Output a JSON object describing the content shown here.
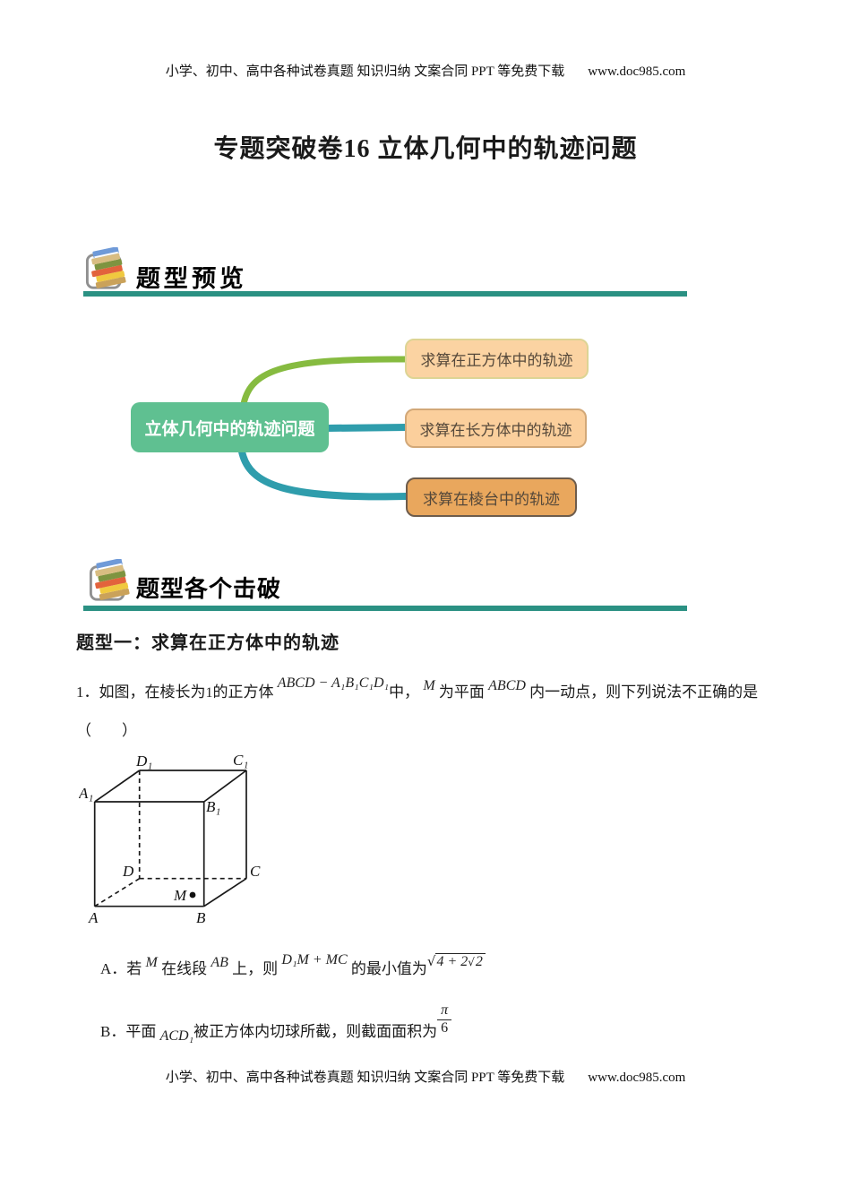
{
  "page": {
    "header_text": "小学、初中、高中各种试卷真题 知识归纳 文案合同 PPT 等免费下载",
    "header_url": "www.doc985.com",
    "footer_text": "小学、初中、高中各种试卷真题 知识归纳 文案合同 PPT 等免费下载",
    "footer_url": "www.doc985.com",
    "title": "专题突破卷16 立体几何中的轨迹问题"
  },
  "sections": {
    "preview": {
      "label": "题型预览"
    },
    "breakdown": {
      "label": "题型各个击破"
    }
  },
  "colors": {
    "divider_teal": "#2b9183",
    "branch_teal": "#2f9dac",
    "branch_green": "#86bb40",
    "root_green": "#5fc091",
    "node_peach": "#fbd3a2",
    "node_orange": "#e9a75d"
  },
  "mindmap": {
    "root": {
      "label": "立体几何中的轨迹问题"
    },
    "branches": [
      {
        "label": "求算在正方体中的轨迹"
      },
      {
        "label": "求算在长方体中的轨迹"
      },
      {
        "label": "求算在棱台中的轨迹"
      }
    ]
  },
  "type1": {
    "heading": "题型一：求算在正方体中的轨迹",
    "q1": {
      "num": "1．",
      "t1": "如图，在棱长为",
      "n1": "1",
      "t2": "的正方体",
      "m1": "ABCD − A₁B₁C₁D₁",
      "t3": "中，",
      "m2": "M",
      "t4": "为平面",
      "m3": "ABCD",
      "t5": "内一动点，则下列说法不正确的是",
      "paren": "（　　）"
    },
    "optionA": {
      "label": "A．",
      "t1": "若",
      "m1": "M",
      "t2": "在线段",
      "m2": "AB",
      "t3": "上，则",
      "m3": "D₁M + MC",
      "t4": "的最小值为",
      "radical": "√",
      "root_outer": "4 + 2",
      "root_inner": "2"
    },
    "optionB": {
      "label": "B．",
      "t1": "平面",
      "m1": "ACD₁",
      "t2": "被正方体内切球所截，则截面面积为",
      "frac_num": "π",
      "frac_den": "6"
    }
  },
  "cube": {
    "A": "A",
    "B": "B",
    "C": "C",
    "D": "D",
    "M": "M",
    "A1": "A₁",
    "B1": "B₁",
    "C1": "C₁",
    "D1": "D₁"
  }
}
